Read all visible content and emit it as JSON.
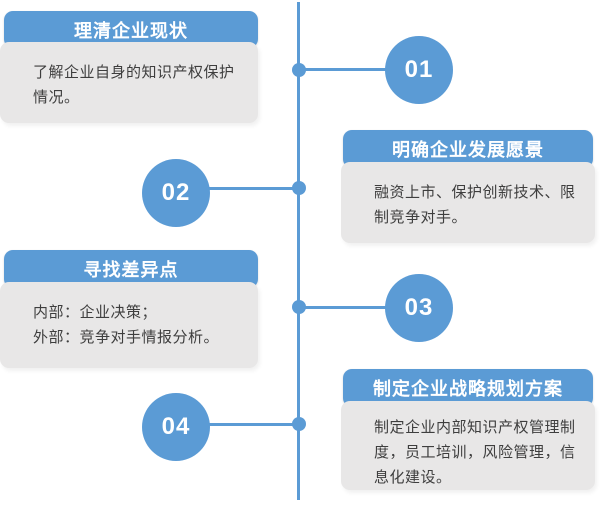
{
  "diagram": {
    "colors": {
      "accent": "#5B9BD5",
      "card_body": "#E8E7E7",
      "body_text": "#3E3E3E",
      "header_text": "#FFFFFF",
      "background": "#FFFFFF"
    },
    "steps": [
      {
        "number": "01",
        "title": "理清企业现状",
        "body": "了解企业自身的知识产权保护\n情况。"
      },
      {
        "number": "02",
        "title": "明确企业发展愿景",
        "body": "融资上市、保护创新技术、限\n制竞争对手。"
      },
      {
        "number": "03",
        "title": "寻找差异点",
        "body": "内部：企业决策；\n外部：竞争对手情报分析。"
      },
      {
        "number": "04",
        "title": "制定企业战略规划方案",
        "body": "制定企业内部知识产权管理制\n度，员工培训，风险管理，信\n息化建设。"
      }
    ]
  }
}
